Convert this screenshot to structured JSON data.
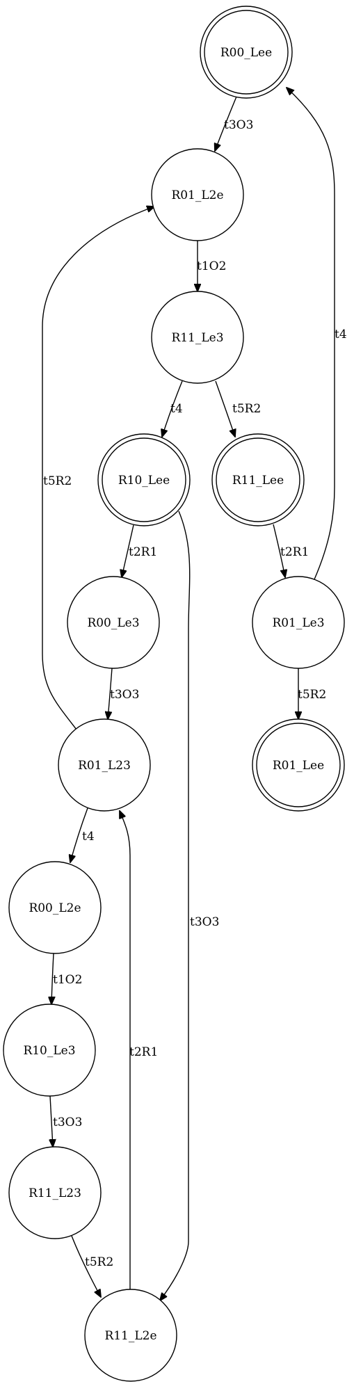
{
  "graph": {
    "nodes": [
      {
        "id": "R00_Lee",
        "label": "R00_Lee",
        "accepting": true
      },
      {
        "id": "R01_L2e",
        "label": "R01_L2e",
        "accepting": false
      },
      {
        "id": "R11_Le3",
        "label": "R11_Le3",
        "accepting": false
      },
      {
        "id": "R10_Lee",
        "label": "R10_Lee",
        "accepting": true
      },
      {
        "id": "R11_Lee",
        "label": "R11_Lee",
        "accepting": true
      },
      {
        "id": "R00_Le3",
        "label": "R00_Le3",
        "accepting": false
      },
      {
        "id": "R01_Le3",
        "label": "R01_Le3",
        "accepting": false
      },
      {
        "id": "R01_L23",
        "label": "R01_L23",
        "accepting": false
      },
      {
        "id": "R01_Lee",
        "label": "R01_Lee",
        "accepting": true
      },
      {
        "id": "R00_L2e",
        "label": "R00_L2e",
        "accepting": false
      },
      {
        "id": "R10_Le3",
        "label": "R10_Le3",
        "accepting": false
      },
      {
        "id": "R11_L23",
        "label": "R11_L23",
        "accepting": false
      },
      {
        "id": "R11_L2e",
        "label": "R11_L2e",
        "accepting": false
      }
    ],
    "edges": [
      {
        "from": "R00_Lee",
        "to": "R01_L2e",
        "label": "t3O3"
      },
      {
        "from": "R01_L2e",
        "to": "R11_Le3",
        "label": "t1O2"
      },
      {
        "from": "R11_Le3",
        "to": "R10_Lee",
        "label": "t4"
      },
      {
        "from": "R11_Le3",
        "to": "R11_Lee",
        "label": "t5R2"
      },
      {
        "from": "R10_Lee",
        "to": "R00_Le3",
        "label": "t2R1"
      },
      {
        "from": "R10_Lee",
        "to": "R11_L2e",
        "label": "t3O3"
      },
      {
        "from": "R11_Lee",
        "to": "R01_Le3",
        "label": "t2R1"
      },
      {
        "from": "R01_Le3",
        "to": "R00_Lee",
        "label": "t4"
      },
      {
        "from": "R01_Le3",
        "to": "R01_Lee",
        "label": "t5R2"
      },
      {
        "from": "R00_Le3",
        "to": "R01_L23",
        "label": "t3O3"
      },
      {
        "from": "R01_L23",
        "to": "R01_L2e",
        "label": "t5R2"
      },
      {
        "from": "R01_L23",
        "to": "R00_L2e",
        "label": "t4"
      },
      {
        "from": "R00_L2e",
        "to": "R10_Le3",
        "label": "t1O2"
      },
      {
        "from": "R10_Le3",
        "to": "R11_L23",
        "label": "t3O3"
      },
      {
        "from": "R11_L23",
        "to": "R11_L2e",
        "label": "t5R2"
      },
      {
        "from": "R11_L2e",
        "to": "R01_L23",
        "label": "t2R1"
      }
    ]
  }
}
